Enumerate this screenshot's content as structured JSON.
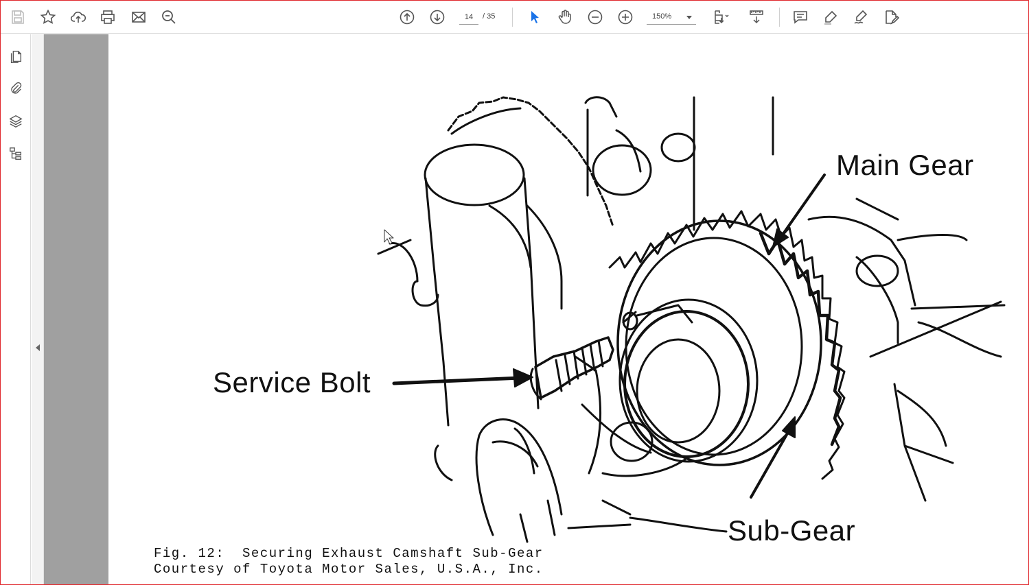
{
  "toolbar": {
    "left_tools": [
      {
        "name": "save-icon"
      },
      {
        "name": "bookmark-star-icon"
      },
      {
        "name": "upload-cloud-icon"
      },
      {
        "name": "print-icon"
      },
      {
        "name": "mail-icon"
      },
      {
        "name": "find-zoom-icon"
      }
    ],
    "page_current": "14",
    "page_total": "/ 35",
    "zoom": "150%",
    "accent_color": "#1a73e8"
  },
  "left_rail": {
    "items": [
      {
        "name": "page-thumbnails-icon"
      },
      {
        "name": "attachments-icon"
      },
      {
        "name": "layers-icon"
      },
      {
        "name": "bookmarks-tree-icon"
      }
    ]
  },
  "document": {
    "callouts": {
      "main_gear": "Main Gear",
      "service_bolt": "Service Bolt",
      "sub_gear": "Sub-Gear"
    },
    "caption_line1": "Fig. 12:  Securing Exhaust Camshaft Sub-Gear",
    "caption_line2": "Courtesy of Toyota Motor Sales, U.S.A., Inc."
  }
}
